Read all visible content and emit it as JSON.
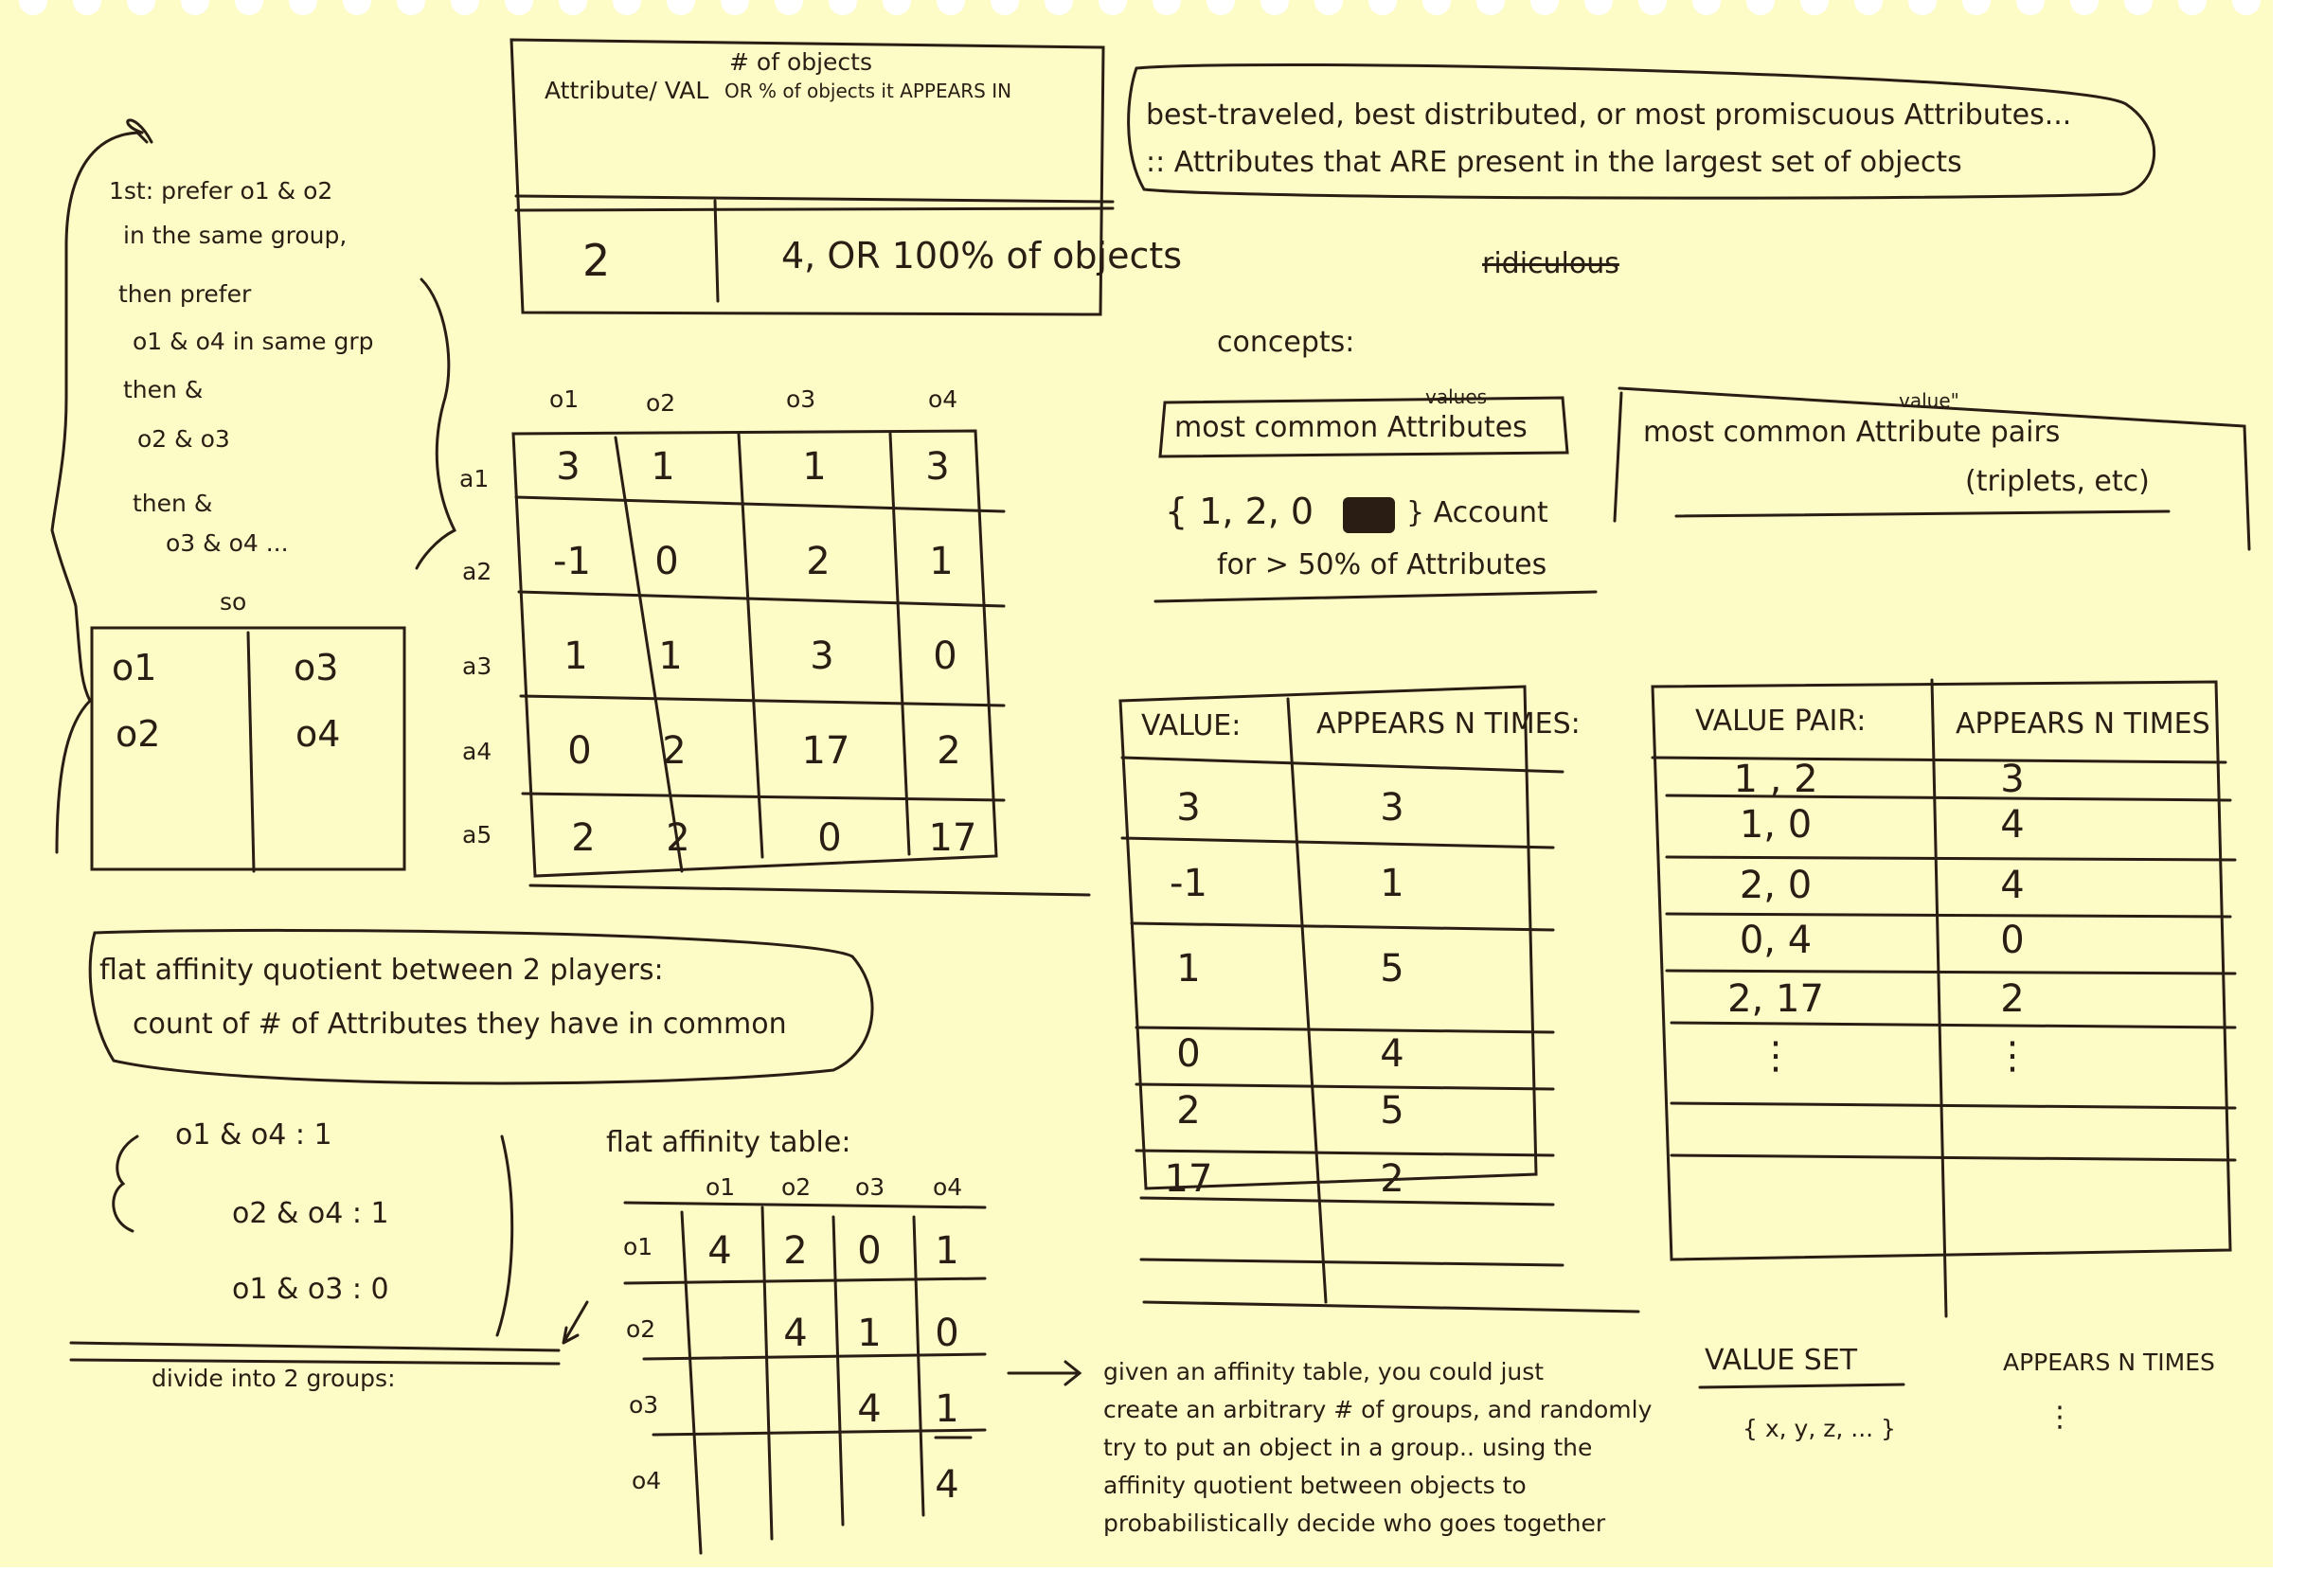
{
  "colors": {
    "paper": "#fdfbc6",
    "ink": "#2a1d14"
  },
  "top_table": {
    "header_attr": "Attribute/ VAL",
    "header_count_1": "# of objects",
    "header_count_2": "OR % of objects it APPEARS IN",
    "row_value": "2",
    "row_count": "4, OR 100% of objects"
  },
  "promiscuous_note": {
    "line1": "best-traveled, best distributed, or most promiscuous Attributes...",
    "line2": ":: Attributes that ARE present in the largest set of objects"
  },
  "ridiculous": "ridiculous",
  "concepts_label": "concepts:",
  "most_common_values": {
    "values_label": "values",
    "attributes_label": "most common Attributes",
    "set": "{ 1, 2, 0",
    "account_1": "} Account",
    "account_2": "for > 50% of Attributes"
  },
  "most_common_pairs": {
    "value_label": "value\"",
    "label": "most common Attribute pairs",
    "sub": "(triplets, etc)"
  },
  "preference_note": {
    "l1": "1st: prefer o1 & o2",
    "l2": "in the same group,",
    "l3": "then prefer",
    "l4": "o1 & o4 in same grp",
    "l5": "then &",
    "l6": "o2 & o3",
    "l7": "then &",
    "l8": "o3 & o4 ...",
    "so": "so"
  },
  "groups": {
    "g1": [
      "o1",
      "o2"
    ],
    "g2": [
      "o3",
      "o4"
    ]
  },
  "matrix": {
    "cols": [
      "o1",
      "o2",
      "o3",
      "o4"
    ],
    "rows": [
      "a1",
      "a2",
      "a3",
      "a4",
      "a5"
    ],
    "cells": [
      [
        "3",
        "1",
        "1",
        "3"
      ],
      [
        "-1",
        "0",
        "2",
        "1"
      ],
      [
        "1",
        "1",
        "3",
        "0"
      ],
      [
        "0",
        "2",
        "17",
        "2"
      ],
      [
        "2",
        "2",
        "0",
        "17"
      ]
    ]
  },
  "value_table": {
    "h1": "VALUE:",
    "h2": "APPEARS N TIMES:",
    "rows": [
      [
        "3",
        "3"
      ],
      [
        "-1",
        "1"
      ],
      [
        "1",
        "5"
      ],
      [
        "0",
        "4"
      ],
      [
        "2",
        "5"
      ],
      [
        "17",
        "2"
      ]
    ]
  },
  "pair_table": {
    "h1": "VALUE PAIR:",
    "h2": "APPEARS N TIMES",
    "rows": [
      [
        "1 , 2",
        "3"
      ],
      [
        "1, 0",
        "4"
      ],
      [
        "2, 0",
        "4"
      ],
      [
        "0, 4",
        "0"
      ],
      [
        "2, 17",
        "2"
      ],
      [
        "⋮",
        "⋮"
      ]
    ]
  },
  "affinity_note": {
    "l1": "flat affinity quotient between 2 players:",
    "l2": "count of # of Attributes they have in common"
  },
  "pairs_list": [
    "o1 & o4 : 1",
    "o2 & o4 : 1",
    "o1 & o3 : 0"
  ],
  "divide": "divide into 2 groups:",
  "affinity_table": {
    "title": "flat affinity table:",
    "cols": [
      "o1",
      "o2",
      "o3",
      "o4"
    ],
    "rows": [
      "o1",
      "o2",
      "o3",
      "o4"
    ],
    "cells": [
      [
        "4",
        "2",
        "0",
        "1"
      ],
      [
        "",
        "4",
        "1",
        "0"
      ],
      [
        "",
        "",
        "4",
        "1"
      ],
      [
        "",
        "",
        "",
        "4"
      ]
    ]
  },
  "given_note": {
    "l1": "given an affinity table, you could just",
    "l2": "create an arbitrary # of groups, and randomly",
    "l3": "try to put an object in a group.. using the",
    "l4": "affinity quotient between objects to",
    "l5": "probabilistically decide who goes together"
  },
  "value_set": {
    "h1": "VALUE SET",
    "h2": "APPEARS N TIMES",
    "example": "{ x, y, z, ... }",
    "dots": "⋮"
  }
}
